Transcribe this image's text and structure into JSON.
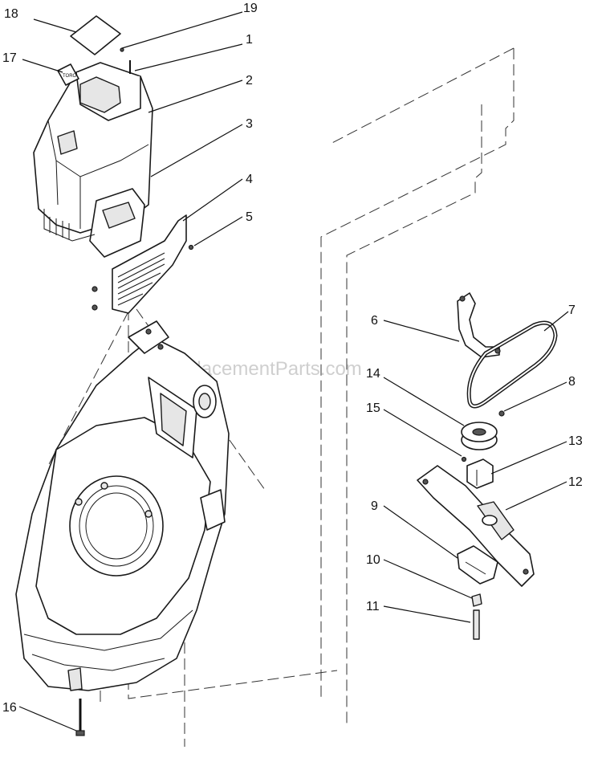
{
  "watermark": "eReplacementParts.com",
  "callouts": [
    {
      "id": "18",
      "label": "18"
    },
    {
      "id": "19",
      "label": "19"
    },
    {
      "id": "17",
      "label": "17"
    },
    {
      "id": "1",
      "label": "1"
    },
    {
      "id": "2",
      "label": "2"
    },
    {
      "id": "3",
      "label": "3"
    },
    {
      "id": "4",
      "label": "4"
    },
    {
      "id": "5",
      "label": "5"
    },
    {
      "id": "6",
      "label": "6"
    },
    {
      "id": "7",
      "label": "7"
    },
    {
      "id": "14",
      "label": "14"
    },
    {
      "id": "8",
      "label": "8"
    },
    {
      "id": "15",
      "label": "15"
    },
    {
      "id": "13",
      "label": "13"
    },
    {
      "id": "12",
      "label": "12"
    },
    {
      "id": "9",
      "label": "9"
    },
    {
      "id": "10",
      "label": "10"
    },
    {
      "id": "11",
      "label": "11"
    },
    {
      "id": "16",
      "label": "16"
    }
  ]
}
